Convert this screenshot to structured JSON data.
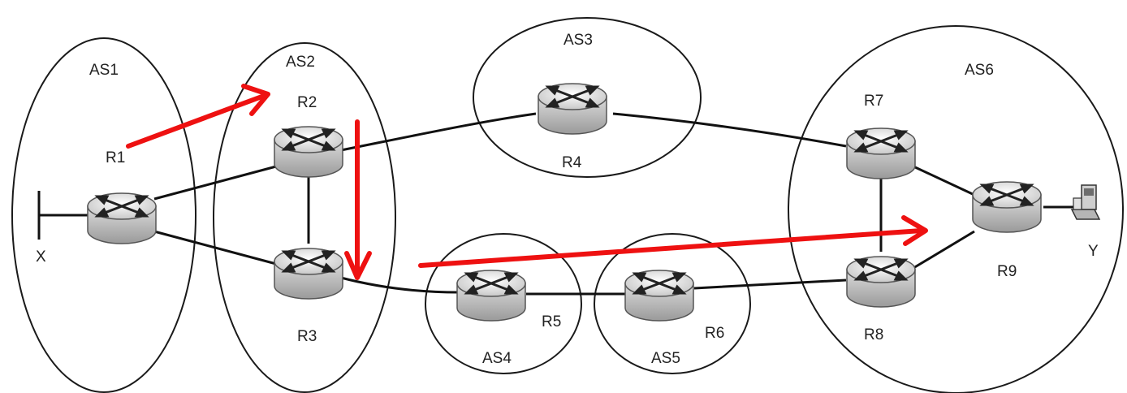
{
  "autonomous_systems": [
    {
      "id": "as1",
      "label": "AS1"
    },
    {
      "id": "as2",
      "label": "AS2"
    },
    {
      "id": "as3",
      "label": "AS3"
    },
    {
      "id": "as4",
      "label": "AS4"
    },
    {
      "id": "as5",
      "label": "AS5"
    },
    {
      "id": "as6",
      "label": "AS6"
    }
  ],
  "routers": [
    {
      "id": "r1",
      "label": "R1"
    },
    {
      "id": "r2",
      "label": "R2"
    },
    {
      "id": "r3",
      "label": "R3"
    },
    {
      "id": "r4",
      "label": "R4"
    },
    {
      "id": "r5",
      "label": "R5"
    },
    {
      "id": "r6",
      "label": "R6"
    },
    {
      "id": "r7",
      "label": "R7"
    },
    {
      "id": "r8",
      "label": "R8"
    },
    {
      "id": "r9",
      "label": "R9"
    }
  ],
  "hosts": [
    {
      "id": "x",
      "label": "X"
    },
    {
      "id": "y",
      "label": "Y"
    }
  ],
  "colors": {
    "path_arrow": "#ee1111",
    "line": "#111111"
  }
}
